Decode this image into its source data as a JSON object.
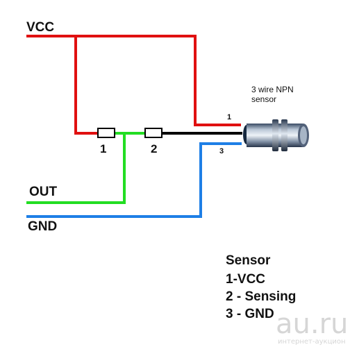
{
  "colors": {
    "vcc": "#e01010",
    "out": "#22dd22",
    "gnd": "#1e7fe6",
    "sense": "#000000"
  },
  "labels": {
    "vcc": "VCC",
    "out": "OUT",
    "gnd": "GND",
    "resistor1": "1",
    "resistor2": "2"
  },
  "sensor": {
    "icon": "inductive-proximity-sensor-icon",
    "caption_line1": "3 wire NPN",
    "caption_line2": "sensor",
    "wire1": "1",
    "wire3": "3"
  },
  "legend": {
    "title": "Sensor",
    "items": [
      "1-VCC",
      "2 - Sensing",
      "3 - GND"
    ]
  },
  "watermark": {
    "brand": "au.ru",
    "tagline": "интернет-аукцион"
  }
}
